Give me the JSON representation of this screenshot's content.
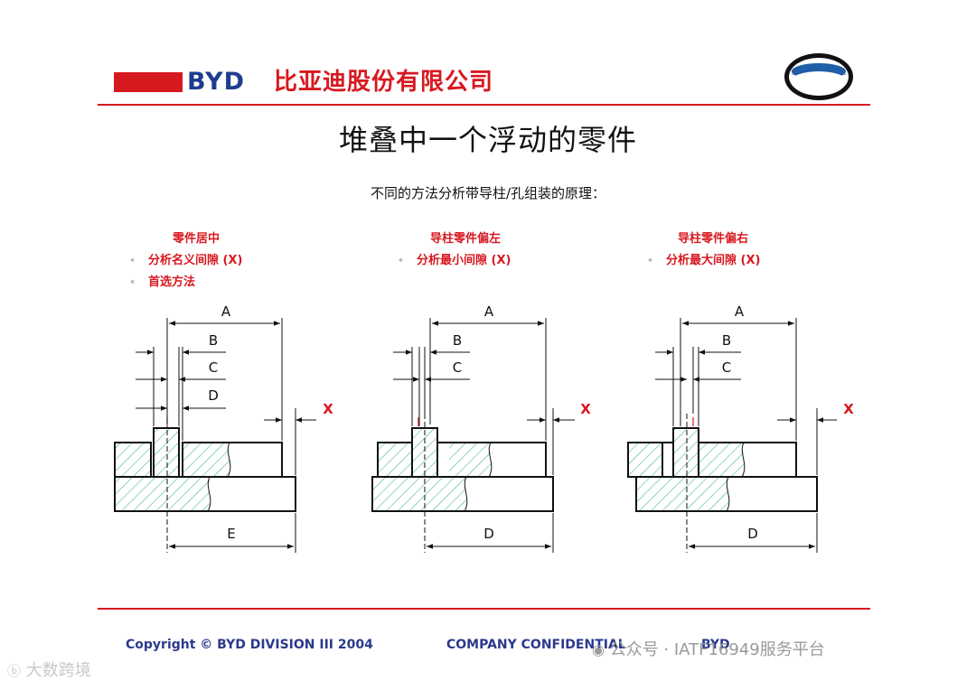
{
  "header": {
    "logo_text": "BYD",
    "company_name": "比亚迪股份有限公司",
    "emblem_text": "BYD",
    "brand_color": "#d71920",
    "logo_blue": "#1f3d8f"
  },
  "slide": {
    "title": "堆叠中一个浮动的零件",
    "subtitle": "不同的方法分析带导柱/孔组装的原理："
  },
  "cases": [
    {
      "heading": "零件居中",
      "bullets": [
        "分析名义间隙 (X)",
        "首选方法"
      ]
    },
    {
      "heading": "导柱零件偏左",
      "bullets": [
        "分析最小间隙 (X)"
      ]
    },
    {
      "heading": "导柱零件偏右",
      "bullets": [
        "分析最大间隙 (X)"
      ]
    }
  ],
  "diagram_labels": [
    {
      "A": "A",
      "B": "B",
      "C": "C",
      "D": "D",
      "X": "X",
      "bottom": "E"
    },
    {
      "A": "A",
      "B": "B",
      "C": "C",
      "X": "X",
      "bottom": "D"
    },
    {
      "A": "A",
      "B": "B",
      "C": "C",
      "X": "X",
      "bottom": "D"
    }
  ],
  "colors": {
    "hatch": "#2aa99a",
    "accent": "#d71920",
    "footer_blue": "#2b3a8c"
  },
  "footer": {
    "copyright": "Copyright © BYD  DIVISION III 2004",
    "confidential": "COMPANY CONFIDENTIAL",
    "right_partial": "BYD"
  },
  "watermarks": {
    "left": "大数跨境",
    "right": "公众号 · IATF16949服务平台"
  }
}
